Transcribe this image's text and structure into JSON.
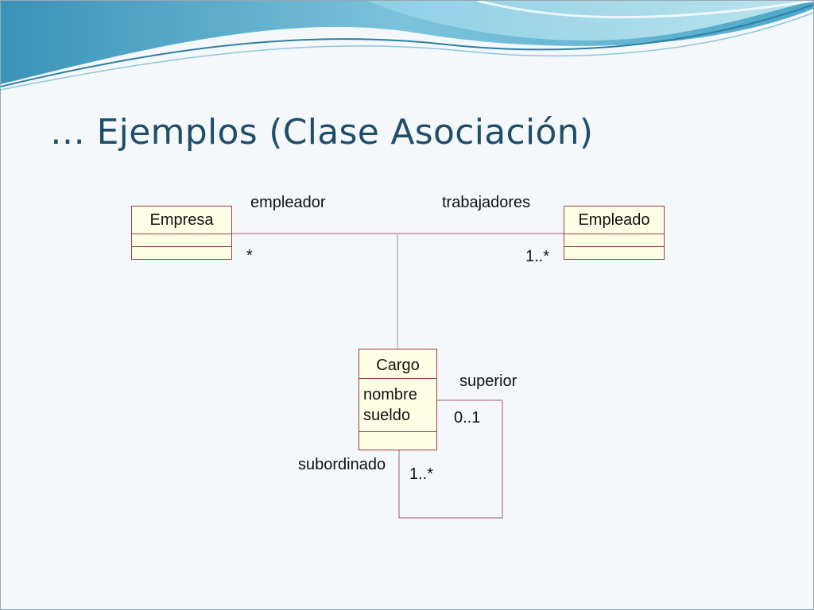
{
  "slide": {
    "title": "… Ejemplos (Clase Asociación)"
  },
  "diagram": {
    "classes": {
      "empresa": {
        "name": "Empresa",
        "attributes": []
      },
      "empleado": {
        "name": "Empleado",
        "attributes": []
      },
      "cargo": {
        "name": "Cargo",
        "attributes": [
          "nombre",
          "sueldo"
        ]
      }
    },
    "association": {
      "role_empresa": "empleador",
      "role_empleado": "trabajadores",
      "mult_empresa": "*",
      "mult_empleado": "1..*"
    },
    "self_association": {
      "role_superior": "superior",
      "mult_superior": "0..1",
      "role_subordinado": "subordinado",
      "mult_subordinado": "1..*"
    }
  },
  "colors": {
    "class_fill": "#ffffe6",
    "class_border": "#9c3d48",
    "line": "#b07a82",
    "title": "#1f4e69"
  }
}
